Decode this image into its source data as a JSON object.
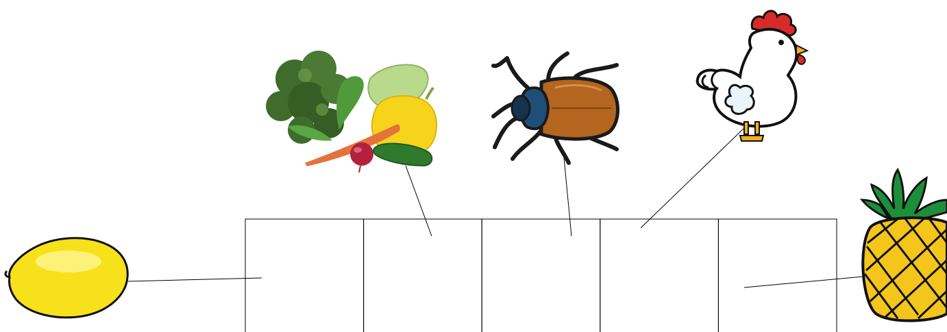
{
  "diagram": {
    "colors": {
      "line": "#000000",
      "lemon": "#f7e11a",
      "lemon_light": "#fff59a",
      "broccoli": "#3f6b2c",
      "broccoli_light": "#6d9a4c",
      "cabbage": "#b9d98b",
      "pepper": "#f6d41b",
      "carrot": "#e3733a",
      "cucumber": "#2f7a2d",
      "radish": "#b3213c",
      "beetle_shell": "#b4651f",
      "beetle_head": "#1f4e79",
      "hen_body": "#ffffff",
      "hen_comb": "#d92a2a",
      "hen_feet": "#f2b01e",
      "pineapple_body": "#f4c51b",
      "pineapple_leaves": "#1d8f3a"
    },
    "boxes": [
      {
        "name": "box-1"
      },
      {
        "name": "box-2"
      },
      {
        "name": "box-3"
      },
      {
        "name": "box-4"
      },
      {
        "name": "box-5"
      }
    ],
    "pictures": [
      {
        "name": "lemon-image",
        "icon": "lemon"
      },
      {
        "name": "vegetables-image",
        "icon": "vegetables"
      },
      {
        "name": "beetle-image",
        "icon": "beetle"
      },
      {
        "name": "hen-image",
        "icon": "hen"
      },
      {
        "name": "pineapple-image",
        "icon": "pineapple"
      }
    ]
  }
}
